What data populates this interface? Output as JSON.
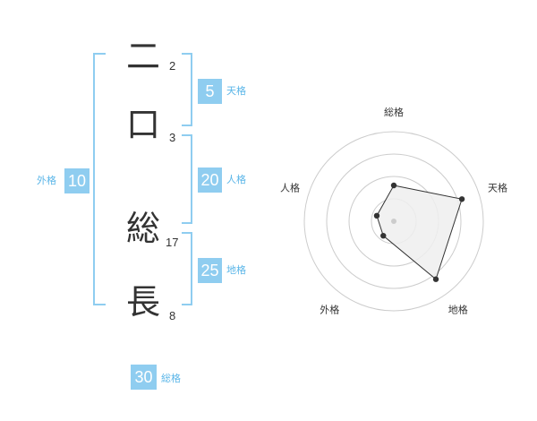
{
  "name": {
    "characters": [
      {
        "char": "二",
        "strokes": "2"
      },
      {
        "char": "口",
        "strokes": "3"
      },
      {
        "char": "総",
        "strokes": "17"
      },
      {
        "char": "長",
        "strokes": "8"
      }
    ]
  },
  "fortunes": {
    "tenkaku": {
      "value": "5",
      "label": "天格"
    },
    "jinkaku": {
      "value": "20",
      "label": "人格"
    },
    "chikaku": {
      "value": "25",
      "label": "地格"
    },
    "gaikaku": {
      "value": "10",
      "label": "外格"
    },
    "soukaku": {
      "value": "30",
      "label": "総格"
    }
  },
  "radar": {
    "axes": [
      "総格",
      "天格",
      "地格",
      "外格",
      "人格"
    ],
    "levels": [
      2,
      4,
      4,
      1,
      1
    ],
    "max_level": 5,
    "fill_color": "#efefef",
    "line_color": "#333333",
    "grid_color": "#cccccc"
  },
  "colors": {
    "accent": "#8fcdf0",
    "accent_text": "#5bb6e8"
  }
}
